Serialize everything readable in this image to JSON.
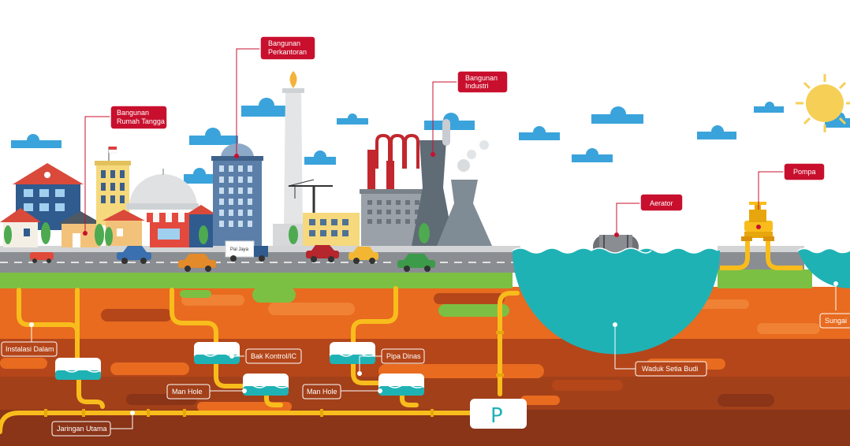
{
  "labels": {
    "bangunan_perkantoran": [
      "Bangunan",
      "Perkantoran"
    ],
    "bangunan_industri": [
      "Bangunan",
      "Industri"
    ],
    "bangunan_rumah_tangga": [
      "Bangunan",
      "Rumah Tangga"
    ],
    "aerator": "Aerator",
    "pompa": "Pompa",
    "sungai": "Sungai",
    "instalasi_dalam": "Instalasi Dalam",
    "bak_kontrol": "Bak Kontrol/IC",
    "pipa_dinas": "Pipa Dinas",
    "man_hole_1": "Man Hole",
    "man_hole_2": "Man Hole",
    "waduk": "Waduk Setia Budi",
    "jaringan_utama": "Jaringan Utama",
    "pump_station": "P",
    "truck_text": "Pal Jaya"
  },
  "colors": {
    "label_red": "#c8102e",
    "sky_cloud": "#3aa3db",
    "road": "#8a8d91",
    "grass": "#7cc043",
    "soil_orange": "#e86b1f",
    "soil_dark": "#a2401a",
    "soil_deep": "#8a3418",
    "pipe_yellow": "#f8bd1c",
    "water_teal": "#1fb2b5",
    "sun_yellow": "#f6cf57"
  }
}
